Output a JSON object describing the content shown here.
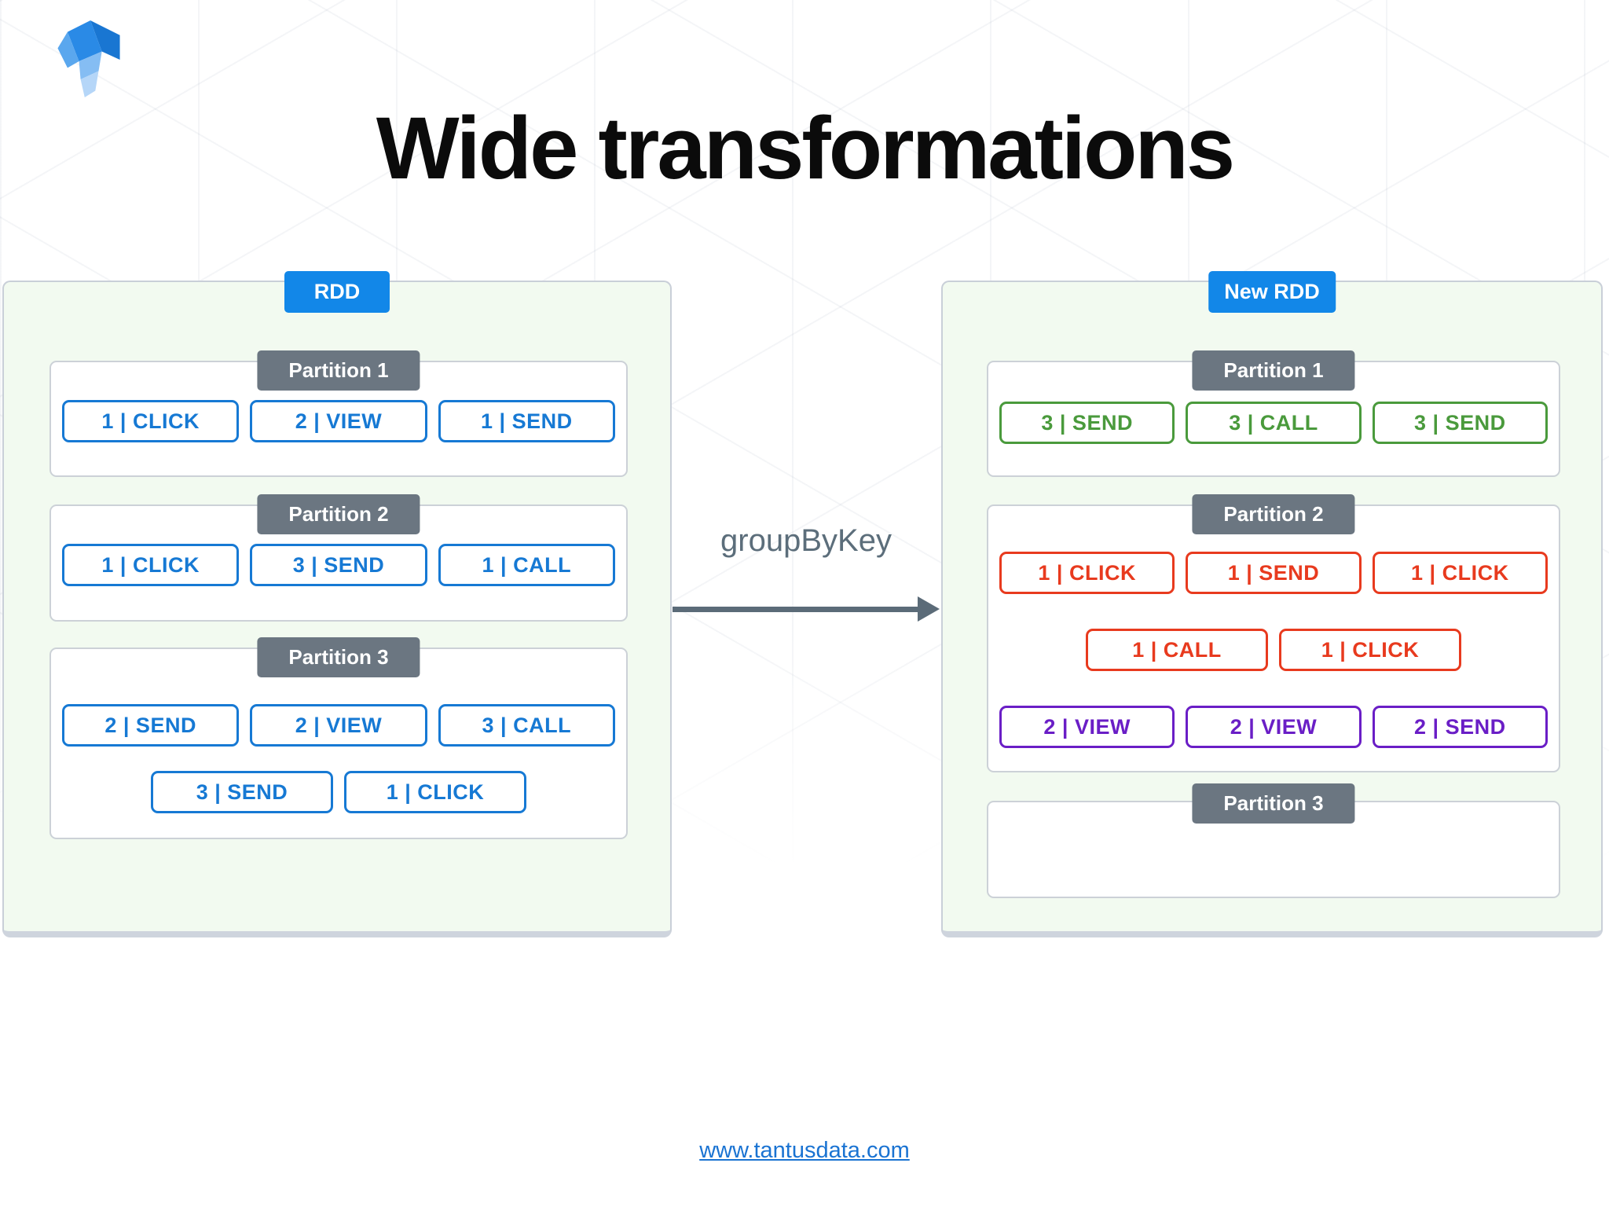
{
  "title": "Wide transformations",
  "transform_label": "groupByKey",
  "footer": {
    "link": "www.tantusdata.com"
  },
  "colors": {
    "blue": "#1679d4",
    "green": "#4a9a3c",
    "red": "#e83a1e",
    "purple": "#6a1ec6",
    "badge_blue": "#1287e8",
    "header_gray": "#6b7681",
    "arrow_gray": "#5b6b78",
    "link_blue": "#1a73d2",
    "box_bg": "#f2faf0"
  },
  "left_rdd": {
    "badge": "RDD",
    "partitions": [
      {
        "label": "Partition 1",
        "rows": [
          [
            {
              "text": "1 | CLICK",
              "color": "blue"
            },
            {
              "text": "2 | VIEW",
              "color": "blue"
            },
            {
              "text": "1 | SEND",
              "color": "blue"
            }
          ]
        ]
      },
      {
        "label": "Partition 2",
        "rows": [
          [
            {
              "text": "1 | CLICK",
              "color": "blue"
            },
            {
              "text": "3 | SEND",
              "color": "blue"
            },
            {
              "text": "1 | CALL",
              "color": "blue"
            }
          ]
        ]
      },
      {
        "label": "Partition 3",
        "rows": [
          [
            {
              "text": "2 | SEND",
              "color": "blue"
            },
            {
              "text": "2 | VIEW",
              "color": "blue"
            },
            {
              "text": "3 | CALL",
              "color": "blue"
            }
          ],
          [
            {
              "text": "3 | SEND",
              "color": "blue"
            },
            {
              "text": "1 | CLICK",
              "color": "blue"
            }
          ]
        ]
      }
    ]
  },
  "right_rdd": {
    "badge": "New RDD",
    "partitions": [
      {
        "label": "Partition 1",
        "rows": [
          [
            {
              "text": "3 | SEND",
              "color": "green"
            },
            {
              "text": "3 | CALL",
              "color": "green"
            },
            {
              "text": "3 | SEND",
              "color": "green"
            }
          ]
        ]
      },
      {
        "label": "Partition 2",
        "rows": [
          [
            {
              "text": "1 | CLICK",
              "color": "red"
            },
            {
              "text": "1 | SEND",
              "color": "red"
            },
            {
              "text": "1 | CLICK",
              "color": "red"
            }
          ],
          [
            {
              "text": "1 | CALL",
              "color": "red"
            },
            {
              "text": "1 | CLICK",
              "color": "red"
            }
          ],
          [
            {
              "text": "2 | VIEW",
              "color": "purple"
            },
            {
              "text": "2 | VIEW",
              "color": "purple"
            },
            {
              "text": "2 | SEND",
              "color": "purple"
            }
          ]
        ]
      },
      {
        "label": "Partition 3",
        "rows": []
      }
    ]
  }
}
